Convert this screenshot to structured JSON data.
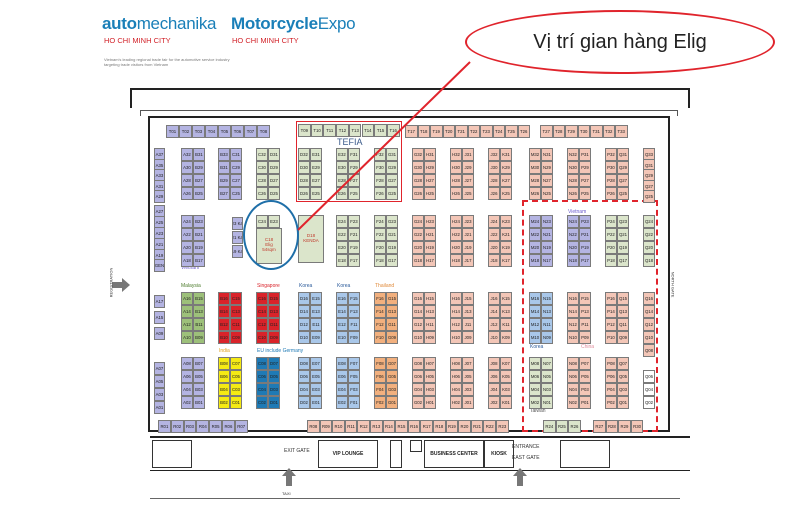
{
  "header": {
    "brand1_bold": "auto",
    "brand1_rest": "mechanika",
    "brand1_city": "HO CHI MINH CITY",
    "brand2_bold": "Motorcycle",
    "brand2_rest": "Expo",
    "brand2_city": "HO CHI MINH CITY",
    "tagline": "Vietnam's leading regional trade fair for the automotive service industry targeting trade visitors from Vietnam"
  },
  "callout": {
    "text": "Vị trí gian hàng Elig"
  },
  "highlight": {
    "booth": "C18",
    "name": "Elig",
    "size": "54sqm"
  },
  "kenda": {
    "booth": "D18",
    "name": "KENDA"
  },
  "tefia_label": "TEFIA",
  "zones": {
    "vietnam1": "Vietnam",
    "malaysia": "Malaysia",
    "singapore": "Singapore",
    "korea1": "Korea",
    "korea2": "Korea",
    "thailand": "Thailand",
    "india": "India",
    "eu": "EU include Germany",
    "vietnam2": "Vietnam",
    "korea3": "Korea",
    "china": "China",
    "taiwan": "Taiwan"
  },
  "facilities": {
    "registration": "REGISTRATION",
    "north_gate": "NORTH GATE",
    "exit_gate": "EXIT GATE",
    "vip_lounge": "VIP LOUNGE",
    "business_center": "BUSINESS CENTER",
    "kiosk": "KIOSK",
    "east_gate": "EAST GATE",
    "entrance": "ENTRANCE",
    "taxi": "TAXI"
  },
  "colors": {
    "purple": "#b4b4e2",
    "lightgreen": "#dbe5cb",
    "red": "#d9232a",
    "orange": "#f2b07e",
    "pink": "#f3c6b7",
    "blue": "#a9c7e9",
    "darkblue": "#1f7ab5",
    "yellow": "#f5ea14",
    "green": "#9dc07a",
    "white": "#ffffff",
    "accent_red": "#e0242c",
    "circle_blue": "#1f6fa8"
  },
  "top_row": {
    "left": [
      "T01",
      "T02",
      "T03",
      "T04",
      "T05",
      "T06",
      "T07",
      "T08"
    ],
    "tefia": [
      "T09",
      "T10",
      "T11",
      "T12",
      "T13",
      "T14",
      "T15",
      "T16"
    ],
    "mid": [
      "T17",
      "T18",
      "T19",
      "T20",
      "T21",
      "T22",
      "T23",
      "T24",
      "T25",
      "T26"
    ],
    "right": [
      "T27",
      "T28",
      "T29",
      "T30",
      "T31",
      "T32",
      "T33"
    ]
  },
  "bottom_row": {
    "left": [
      "R01",
      "R02",
      "R03",
      "R04",
      "R05",
      "R06",
      "R07"
    ],
    "mid": [
      "R08",
      "R09",
      "R10",
      "R11",
      "R12",
      "R13",
      "R14",
      "R15",
      "R16",
      "R17",
      "R18",
      "R19",
      "R20",
      "R21",
      "R22",
      "R23"
    ],
    "green": [
      "R24",
      "R25",
      "R26"
    ],
    "right": [
      "R27",
      "R28",
      "R29",
      "R30"
    ]
  },
  "a_column": [
    "A37",
    "A35",
    "A33",
    "A31",
    "A29",
    "A27",
    "A25",
    "A23",
    "A21",
    "A19",
    "GEN",
    "A17",
    "A15",
    "A09",
    "A07",
    "A05",
    "A03",
    "A01"
  ],
  "q_column": [
    "Q33",
    "Q31",
    "Q29",
    "Q27",
    "Q25",
    "Q24",
    "Q22",
    "Q20",
    "Q18",
    "Q16",
    "Q14",
    "Q12",
    "Q10",
    "Q08",
    "Q06",
    "Q04",
    "Q02"
  ],
  "kafe_column": [
    "C23 Kafe",
    "C21 Kafe",
    "C19 Kafe"
  ],
  "blocks": {
    "ab1": [
      [
        "A32",
        "B31"
      ],
      [
        "A30",
        "B29"
      ],
      [
        "A28",
        "B27"
      ],
      [
        "A26",
        "B25"
      ]
    ],
    "bc1": [
      [
        "B33",
        "C31"
      ],
      [
        "B31",
        "C29"
      ],
      [
        "B29",
        "C27"
      ],
      [
        "B27",
        "C25"
      ]
    ],
    "cd1": [
      [
        "C32",
        "D31"
      ],
      [
        "C30",
        "D29"
      ],
      [
        "C28",
        "D27"
      ],
      [
        "C26",
        "D25"
      ]
    ],
    "de1": [
      [
        "D32",
        "E31"
      ],
      [
        "D30",
        "E29"
      ],
      [
        "D28",
        "E27"
      ],
      [
        "D26",
        "E25"
      ]
    ],
    "ef1": [
      [
        "E32",
        "F31"
      ],
      [
        "E30",
        "F29"
      ],
      [
        "E28",
        "F27"
      ],
      [
        "E26",
        "F25"
      ]
    ],
    "fg1": [
      [
        "F32",
        "G31"
      ],
      [
        "F30",
        "G29"
      ],
      [
        "F28",
        "G27"
      ],
      [
        "F26",
        "G25"
      ]
    ],
    "gh1": [
      [
        "G32",
        "H31"
      ],
      [
        "G30",
        "H29"
      ],
      [
        "G28",
        "H27"
      ],
      [
        "G26",
        "H25"
      ]
    ],
    "hj1": [
      [
        "H32",
        "J31"
      ],
      [
        "H30",
        "J29"
      ],
      [
        "H28",
        "J27"
      ],
      [
        "H26",
        "J25"
      ]
    ],
    "jk1": [
      [
        "J32",
        "K31"
      ],
      [
        "J30",
        "K29"
      ],
      [
        "J28",
        "K27"
      ],
      [
        "J26",
        "K25"
      ]
    ],
    "mn1": [
      [
        "M32",
        "N31"
      ],
      [
        "M30",
        "N29"
      ],
      [
        "M28",
        "N27"
      ],
      [
        "M26",
        "N25"
      ]
    ],
    "np1": [
      [
        "N32",
        "P31"
      ],
      [
        "N30",
        "P29"
      ],
      [
        "N28",
        "P27"
      ],
      [
        "N26",
        "P25"
      ]
    ],
    "pq1": [
      [
        "P32",
        "Q31"
      ],
      [
        "P30",
        "Q29"
      ],
      [
        "P28",
        "Q27"
      ],
      [
        "P26",
        "Q25"
      ]
    ],
    "ab2": [
      [
        "A24",
        "B23"
      ],
      [
        "A22",
        "B21"
      ],
      [
        "A20",
        "B19"
      ],
      [
        "A18",
        "B17"
      ]
    ],
    "ce2": [
      [
        "C24",
        "E23"
      ]
    ],
    "ef2": [
      [
        "E24",
        "F23"
      ],
      [
        "E22",
        "F21"
      ],
      [
        "E20",
        "F19"
      ],
      [
        "E18",
        "F17"
      ]
    ],
    "fg2": [
      [
        "F24",
        "G23"
      ],
      [
        "F22",
        "G21"
      ],
      [
        "F20",
        "G19"
      ],
      [
        "F18",
        "G17"
      ]
    ],
    "gh2": [
      [
        "G24",
        "H23"
      ],
      [
        "G22",
        "H21"
      ],
      [
        "G20",
        "H19"
      ],
      [
        "G18",
        "H17"
      ]
    ],
    "hj2": [
      [
        "H24",
        "J23"
      ],
      [
        "H22",
        "J21"
      ],
      [
        "H20",
        "J19"
      ],
      [
        "H18",
        "J17"
      ]
    ],
    "jk2": [
      [
        "J24",
        "K23"
      ],
      [
        "J22",
        "K21"
      ],
      [
        "J20",
        "K19"
      ],
      [
        "J18",
        "K17"
      ]
    ],
    "mn2": [
      [
        "M24",
        "N23"
      ],
      [
        "M22",
        "N21"
      ],
      [
        "M20",
        "N19"
      ],
      [
        "M18",
        "N17"
      ]
    ],
    "np2": [
      [
        "N24",
        "P23"
      ],
      [
        "N22",
        "P21"
      ],
      [
        "N20",
        "P19"
      ],
      [
        "N18",
        "P17"
      ]
    ],
    "pq2": [
      [
        "P24",
        "Q23"
      ],
      [
        "P22",
        "Q21"
      ],
      [
        "P20",
        "Q19"
      ],
      [
        "P18",
        "Q17"
      ]
    ],
    "ab3": [
      [
        "A16",
        "B15"
      ],
      [
        "A14",
        "B13"
      ],
      [
        "A12",
        "B11"
      ],
      [
        "A10",
        "B09"
      ]
    ],
    "bc3": [
      [
        "B16",
        "C15"
      ],
      [
        "B14",
        "C13"
      ],
      [
        "B12",
        "C11"
      ],
      [
        "B10",
        "C09"
      ]
    ],
    "cd3": [
      [
        "C16",
        "D15"
      ],
      [
        "C14",
        "D13"
      ],
      [
        "C12",
        "D11"
      ],
      [
        "C10",
        "D09"
      ]
    ],
    "de3": [
      [
        "D16",
        "E15"
      ],
      [
        "D14",
        "E13"
      ],
      [
        "D12",
        "E11"
      ],
      [
        "D10",
        "E09"
      ]
    ],
    "ef3": [
      [
        "E16",
        "F15"
      ],
      [
        "E14",
        "F13"
      ],
      [
        "E12",
        "F11"
      ],
      [
        "E10",
        "F09"
      ]
    ],
    "fg3": [
      [
        "F16",
        "G15"
      ],
      [
        "F14",
        "G13"
      ],
      [
        "F12",
        "G11"
      ],
      [
        "F10",
        "G09"
      ]
    ],
    "gh3": [
      [
        "G16",
        "H15"
      ],
      [
        "G14",
        "H13"
      ],
      [
        "G12",
        "H11"
      ],
      [
        "G10",
        "H09"
      ]
    ],
    "hj3": [
      [
        "H16",
        "J15"
      ],
      [
        "H14",
        "J13"
      ],
      [
        "H12",
        "J11"
      ],
      [
        "H10",
        "J09"
      ]
    ],
    "jk3": [
      [
        "J16",
        "K15"
      ],
      [
        "J14",
        "K13"
      ],
      [
        "J12",
        "K11"
      ],
      [
        "J10",
        "K09"
      ]
    ],
    "mn3": [
      [
        "M16",
        "N15"
      ],
      [
        "M14",
        "N13"
      ],
      [
        "M12",
        "N11"
      ],
      [
        "M10",
        "N09"
      ]
    ],
    "np3": [
      [
        "N16",
        "P15"
      ],
      [
        "N14",
        "P13"
      ],
      [
        "N12",
        "P11"
      ],
      [
        "N10",
        "P09"
      ]
    ],
    "pq3": [
      [
        "P16",
        "Q15"
      ],
      [
        "P14",
        "Q13"
      ],
      [
        "P12",
        "Q11"
      ],
      [
        "P10",
        "Q09"
      ]
    ],
    "ab4": [
      [
        "A08",
        "B07"
      ],
      [
        "A06",
        "B05"
      ],
      [
        "A04",
        "B03"
      ],
      [
        "A02",
        "B01"
      ]
    ],
    "bc4": [
      [
        "B08",
        "C07"
      ],
      [
        "B06",
        "C05"
      ],
      [
        "B04",
        "C03"
      ],
      [
        "B02",
        "C01"
      ]
    ],
    "cd4": [
      [
        "C08",
        "D07"
      ],
      [
        "C06",
        "D05"
      ],
      [
        "C04",
        "D03"
      ],
      [
        "C02",
        "D01"
      ]
    ],
    "de4": [
      [
        "D08",
        "E07"
      ],
      [
        "D06",
        "E05"
      ],
      [
        "D04",
        "E03"
      ],
      [
        "D02",
        "E01"
      ]
    ],
    "ef4": [
      [
        "E08",
        "F07"
      ],
      [
        "E06",
        "F05"
      ],
      [
        "E04",
        "F03"
      ],
      [
        "E02",
        "F01"
      ]
    ],
    "fg4": [
      [
        "F08",
        "G07"
      ],
      [
        "F06",
        "G05"
      ],
      [
        "F04",
        "G03"
      ],
      [
        "F02",
        "G01"
      ]
    ],
    "gh4": [
      [
        "G08",
        "H07"
      ],
      [
        "G06",
        "H05"
      ],
      [
        "G04",
        "H03"
      ],
      [
        "G02",
        "H01"
      ]
    ],
    "hj4": [
      [
        "H08",
        "J07"
      ],
      [
        "H06",
        "J05"
      ],
      [
        "H04",
        "J03"
      ],
      [
        "H02",
        "J01"
      ]
    ],
    "jk4": [
      [
        "J08",
        "K07"
      ],
      [
        "J06",
        "K05"
      ],
      [
        "J04",
        "K03"
      ],
      [
        "J02",
        "K01"
      ]
    ],
    "mn4": [
      [
        "M08",
        "N07"
      ],
      [
        "M06",
        "N05"
      ],
      [
        "M04",
        "N03"
      ],
      [
        "M02",
        "N01"
      ]
    ],
    "np4": [
      [
        "N08",
        "P07"
      ],
      [
        "N06",
        "P05"
      ],
      [
        "N04",
        "P03"
      ],
      [
        "N02",
        "P01"
      ]
    ],
    "pq4": [
      [
        "P08",
        "Q07"
      ],
      [
        "P06",
        "Q05"
      ],
      [
        "P04",
        "Q03"
      ],
      [
        "P02",
        "Q01"
      ]
    ]
  }
}
